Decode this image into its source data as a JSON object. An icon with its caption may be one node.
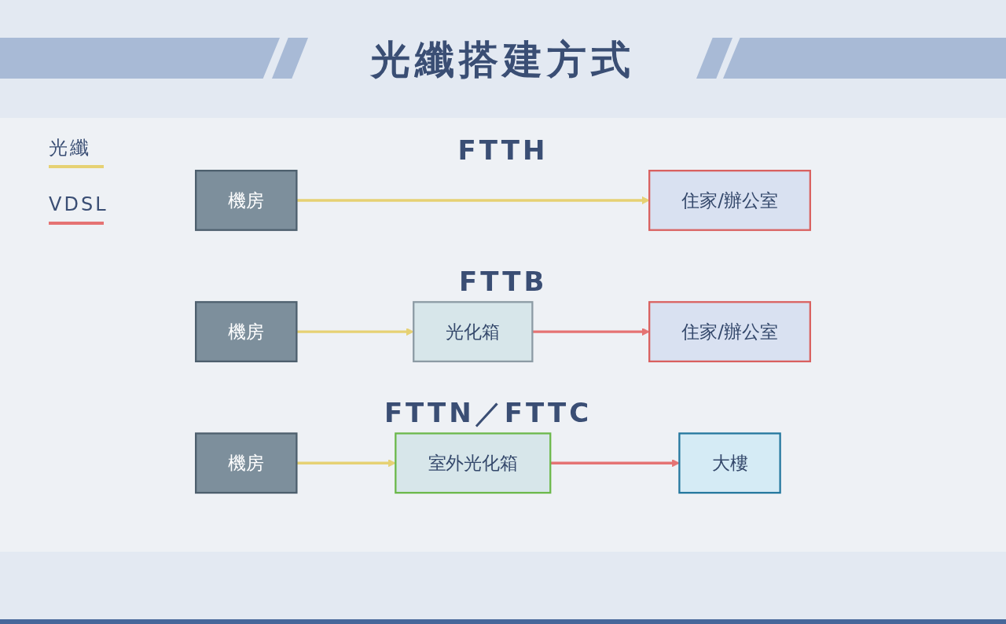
{
  "diagram": {
    "title": "光纖搭建方式",
    "nodes": [
      {
        "text": [
          "機房"
        ]
      },
      {
        "text": [
          "住家/辦公室"
        ]
      },
      {
        "text": [
          "機房"
        ]
      },
      {
        "text": [
          "光化箱"
        ]
      },
      {
        "text": [
          "住家/辦公室"
        ]
      },
      {
        "text": [
          "機房"
        ]
      },
      {
        "text": [
          "室外光化箱"
        ]
      },
      {
        "text": [
          "大樓"
        ]
      }
    ],
    "edges": [
      {
        "from": 0,
        "to": 1,
        "arrow": "to"
      },
      {
        "from": 2,
        "to": 3,
        "arrow": "to"
      },
      {
        "from": 3,
        "to": 4,
        "arrow": "to",
        "color": "#e57373"
      },
      {
        "from": 5,
        "to": 6,
        "arrow": "to"
      },
      {
        "from": 6,
        "to": 7,
        "arrow": "to",
        "color": "#e57373"
      }
    ],
    "labels": [
      "FTTH",
      "FTTB",
      "FTTN／FTTC"
    ],
    "legend": [
      {
        "text": "光纖"
      },
      {
        "text": "VDSL"
      }
    ]
  }
}
